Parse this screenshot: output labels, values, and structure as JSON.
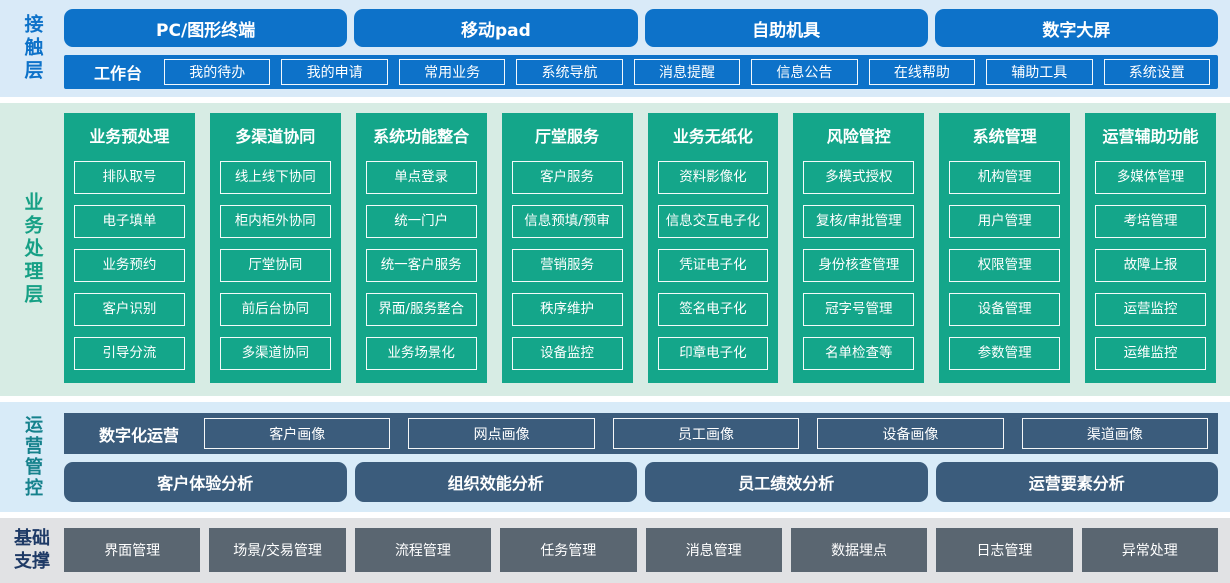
{
  "colors": {
    "blue": "#0d72c9",
    "bg_blue": "#d9eaf8",
    "green": "#14a68a",
    "bg_green": "#d7ece4",
    "green_text": "#16a085",
    "slate": "#3b5c7c",
    "bg_blue2": "#d8ebf8",
    "teal_text": "#15818c",
    "gray": "#5a6671",
    "bg_gray": "#e1e2e4",
    "navy": "#1e3a66"
  },
  "sections": {
    "contact": {
      "label": "接触层",
      "terminals": [
        "PC/图形终端",
        "移动pad",
        "自助机具",
        "数字大屏"
      ],
      "workbench_label": "工作台",
      "workbench_items": [
        "我的待办",
        "我的申请",
        "常用业务",
        "系统导航",
        "消息提醒",
        "信息公告",
        "在线帮助",
        "辅助工具",
        "系统设置"
      ]
    },
    "business": {
      "label": "业务处理层",
      "columns": [
        {
          "title": "业务预处理",
          "items": [
            "排队取号",
            "电子填单",
            "业务预约",
            "客户识别",
            "引导分流"
          ]
        },
        {
          "title": "多渠道协同",
          "items": [
            "线上线下协同",
            "柜内柜外协同",
            "厅堂协同",
            "前后台协同",
            "多渠道协同"
          ]
        },
        {
          "title": "系统功能整合",
          "items": [
            "单点登录",
            "统一门户",
            "统一客户服务",
            "界面/服务整合",
            "业务场景化"
          ]
        },
        {
          "title": "厅堂服务",
          "items": [
            "客户服务",
            "信息预填/预审",
            "营销服务",
            "秩序维护",
            "设备监控"
          ]
        },
        {
          "title": "业务无纸化",
          "items": [
            "资料影像化",
            "信息交互电子化",
            "凭证电子化",
            "签名电子化",
            "印章电子化"
          ]
        },
        {
          "title": "风险管控",
          "items": [
            "多模式授权",
            "复核/审批管理",
            "身份核查管理",
            "冠字号管理",
            "名单检查等"
          ]
        },
        {
          "title": "系统管理",
          "items": [
            "机构管理",
            "用户管理",
            "权限管理",
            "设备管理",
            "参数管理"
          ]
        },
        {
          "title": "运营辅助功能",
          "items": [
            "多媒体管理",
            "考培管理",
            "故障上报",
            "运营监控",
            "运维监控"
          ]
        }
      ]
    },
    "operations": {
      "label": "运营管控",
      "digital_label": "数字化运营",
      "portraits": [
        "客户画像",
        "网点画像",
        "员工画像",
        "设备画像",
        "渠道画像"
      ],
      "analyses": [
        "客户体验分析",
        "组织效能分析",
        "员工绩效分析",
        "运营要素分析"
      ]
    },
    "foundation": {
      "label_line1": "基础",
      "label_line2": "支撑",
      "items": [
        "界面管理",
        "场景/交易管理",
        "流程管理",
        "任务管理",
        "消息管理",
        "数据埋点",
        "日志管理",
        "异常处理"
      ]
    }
  }
}
